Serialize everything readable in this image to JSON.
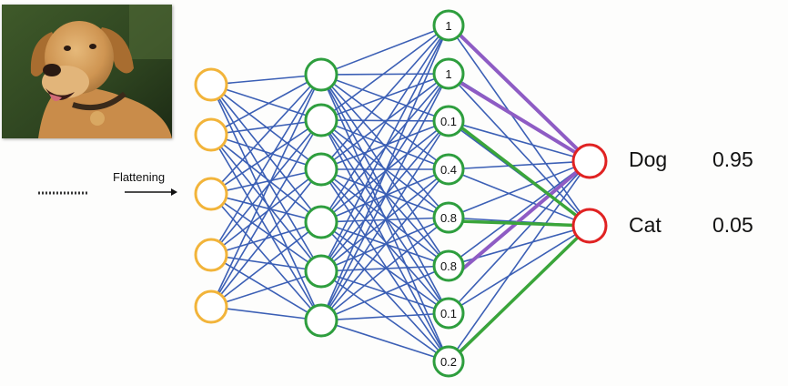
{
  "flattening_label": "Flattening",
  "hidden2_values": [
    "1",
    "1",
    "0.1",
    "0.4",
    "0.8",
    "0.8",
    "0.1",
    "0.2"
  ],
  "outputs": [
    {
      "label": "Dog",
      "prob": "0.95"
    },
    {
      "label": "Cat",
      "prob": "0.05"
    }
  ],
  "colors": {
    "input_node": "#f2b43a",
    "hidden_node": "#2e9e3e",
    "output_node": "#e02222",
    "edge": "#3b5fb5",
    "edge_dog": "#8e5cc4",
    "edge_cat": "#3aa53a"
  },
  "photo_alt": "dog"
}
